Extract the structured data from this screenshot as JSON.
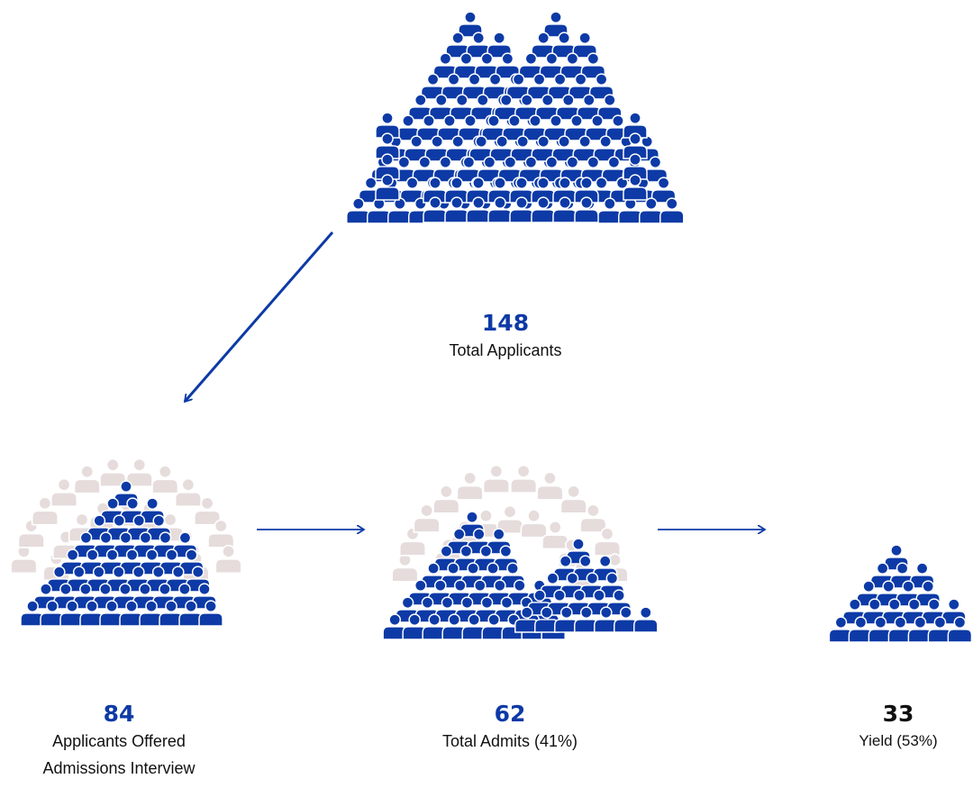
{
  "colors": {
    "primary_blue": "#0d3aa6",
    "muted_gray": "#e6dcdc",
    "outline": "#ffffff",
    "dark_text": "#111111"
  },
  "icon": "person-silhouette-icon",
  "stages": [
    {
      "key": "total",
      "count": 148,
      "number": "148",
      "labels": [
        "Total Applicants"
      ]
    },
    {
      "key": "interview",
      "count": 84,
      "number": "84",
      "labels": [
        "Applicants Offered",
        "Admissions Interview"
      ]
    },
    {
      "key": "admits",
      "count": 62,
      "number": "62",
      "labels": [
        "Total Admits (41%)"
      ]
    },
    {
      "key": "yield",
      "count": 33,
      "number": "33",
      "labels": [
        "Yield (53%)"
      ]
    }
  ]
}
